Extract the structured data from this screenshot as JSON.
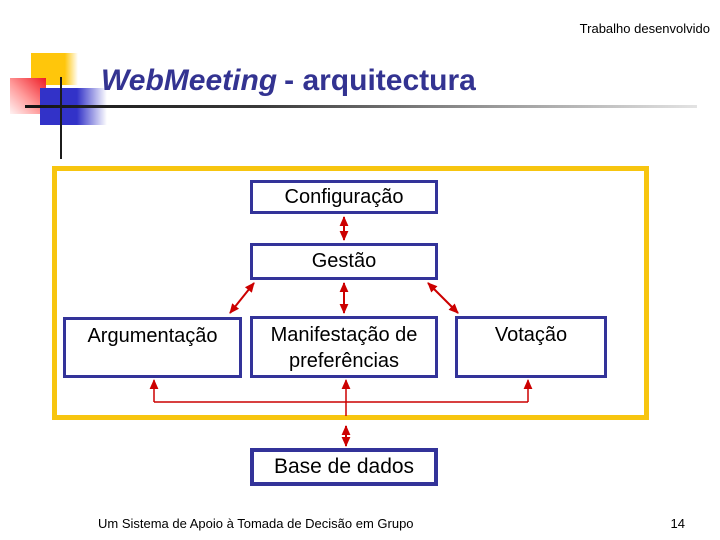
{
  "watermark": "Trabalho desenvolvido",
  "title": {
    "product": "WebMeeting",
    "rest": "- arquitectura"
  },
  "diagram": {
    "nodes": {
      "configuracao": {
        "label": "Configuração"
      },
      "gestao": {
        "label": "Gestão"
      },
      "argumentacao": {
        "label": "Argumentação"
      },
      "manifestacao": {
        "label": "Manifestação de preferências"
      },
      "votacao": {
        "label": "Votação"
      },
      "base_de_dados": {
        "label": "Base de dados"
      }
    },
    "edges": [
      {
        "from": "configuracao",
        "to": "gestao",
        "bidirectional": true
      },
      {
        "from": "gestao",
        "to": "argumentacao",
        "bidirectional": true
      },
      {
        "from": "gestao",
        "to": "manifestacao",
        "bidirectional": true
      },
      {
        "from": "gestao",
        "to": "votacao",
        "bidirectional": true
      },
      {
        "from": "argumentacao",
        "to": "base_de_dados"
      },
      {
        "from": "manifestacao",
        "to": "base_de_dados"
      },
      {
        "from": "votacao",
        "to": "base_de_dados"
      }
    ]
  },
  "footer": {
    "caption": "Um Sistema de Apoio à Tomada de Decisão em Grupo",
    "page_number": "14"
  },
  "colors": {
    "title_navy": "#333391",
    "box_navy": "#333399",
    "frame_yellow": "#F7C50F",
    "arrow_red": "#CC0000",
    "deco_yellow": "#FFC60B",
    "deco_red": "#EE1C25",
    "deco_blue": "#3232C8"
  }
}
